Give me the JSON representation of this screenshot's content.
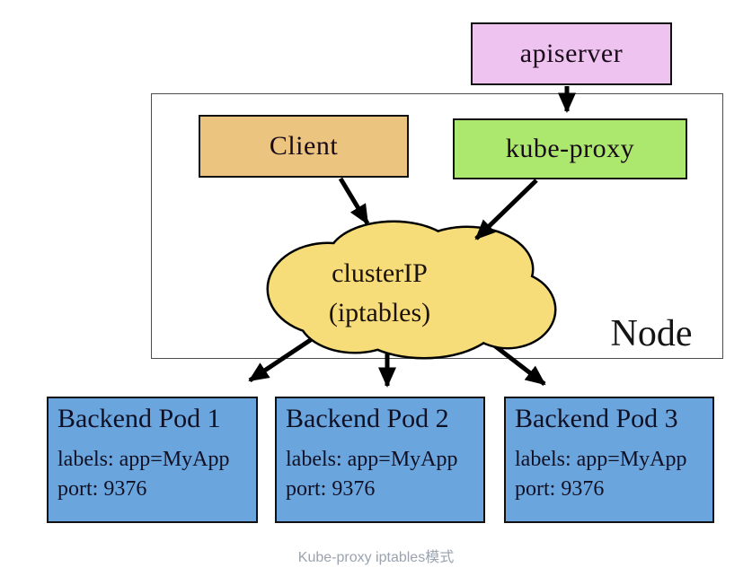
{
  "diagram": {
    "apiserver": {
      "label": "apiserver",
      "fill": "#efc3ef"
    },
    "client": {
      "label": "Client",
      "fill": "#ebc57f"
    },
    "kube_proxy": {
      "label": "kube-proxy",
      "fill": "#ace76e"
    },
    "cluster_ip": {
      "line1": "clusterIP",
      "line2": "(iptables)",
      "fill": "#f7dd79"
    },
    "node": {
      "label": "Node"
    },
    "pods": [
      {
        "title": "Backend Pod 1",
        "labels_line": "labels: app=MyApp",
        "port_line": "port: 9376"
      },
      {
        "title": "Backend Pod 2",
        "labels_line": "labels: app=MyApp",
        "port_line": "port: 9376"
      },
      {
        "title": "Backend Pod 3",
        "labels_line": "labels: app=MyApp",
        "port_line": "port: 9376"
      }
    ],
    "pod_fill": "#6ba5dd",
    "arrow_color": "#000000"
  },
  "caption": "Kube-proxy iptables模式"
}
